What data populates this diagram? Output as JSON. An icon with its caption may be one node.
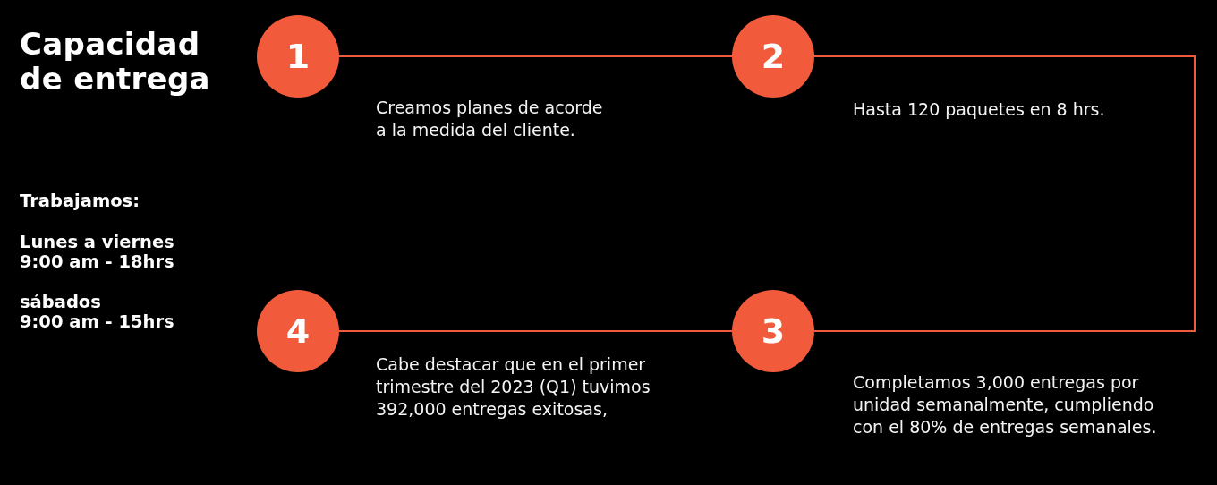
{
  "diagram": {
    "title": "Capacidad de entrega",
    "nodes": [
      {
        "text": [
          "1"
        ],
        "beside": [
          "Creamos planes de acorde a la medida del cliente."
        ]
      },
      {
        "text": [
          "2"
        ],
        "beside": [
          "Hasta 120 paquetes en 8 hrs."
        ]
      },
      {
        "text": [
          "3"
        ],
        "beside": [
          "Completamos 3,000 entregas por unidad semanalmente, cumpliendo con el 80% de entregas semanales."
        ]
      },
      {
        "text": [
          "4"
        ],
        "beside": [
          "Cabe destacar que en el primer trimestre del 2023 (Q1) tuvimos 392,000 entregas exitosas,"
        ]
      }
    ],
    "edges": [
      {
        "from": 0,
        "to": 1,
        "arrow": "none"
      },
      {
        "from": 1,
        "to": 2,
        "arrow": "none"
      },
      {
        "from": 2,
        "to": 3,
        "arrow": "none"
      }
    ],
    "labels": [
      "Trabajamos:",
      "Lunes a viernes",
      "9:00 am - 18hrs",
      "sábados",
      "9:00 am - 15hrs"
    ]
  }
}
